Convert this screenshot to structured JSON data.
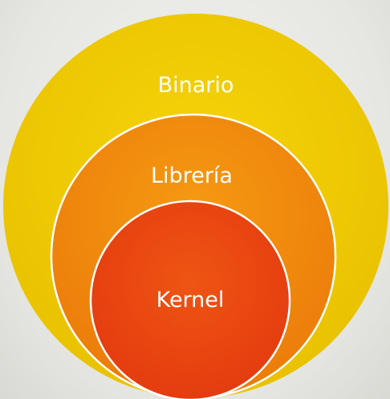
{
  "diagram": {
    "layers": [
      {
        "label": "Binario",
        "color": "#f0cc00"
      },
      {
        "label": "Librería",
        "color": "#f08c0a"
      },
      {
        "label": "Kernel",
        "color": "#ea4a10"
      }
    ],
    "outline_color": "#ffffff"
  }
}
